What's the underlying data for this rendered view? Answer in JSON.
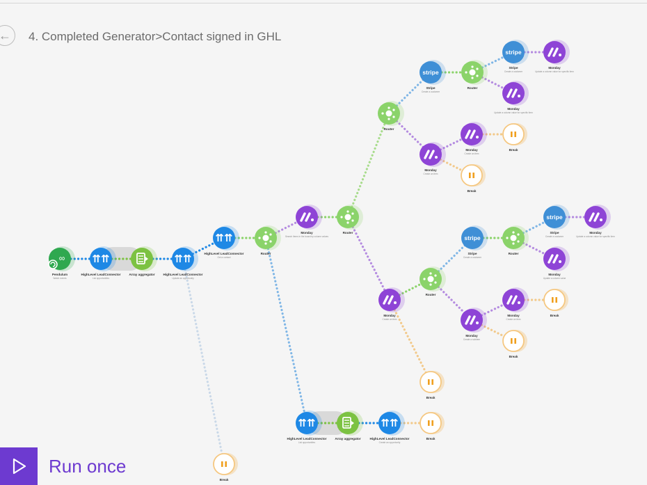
{
  "header": {
    "title": "4. Completed Generator>Contact signed in GHL"
  },
  "footer": {
    "run_label": "Run once"
  },
  "colors": {
    "highlevel": "#1e88e5",
    "aggregator": "#7cc242",
    "router": "#8bd36a",
    "monday": "#8e44d6",
    "stripe": "#3f8fd6",
    "break": "#f0a020",
    "pendulum": "#2fa84f",
    "accent": "#6d3ad0"
  },
  "nodes": [
    {
      "id": "pendulum",
      "app": "pendulum",
      "label": "Pendulum",
      "sub": "Watch events"
    },
    {
      "id": "hl1",
      "app": "highlevel",
      "label": "HighLevel LeadConnector",
      "sub": "List opportunities"
    },
    {
      "id": "agg1",
      "app": "aggregator",
      "label": "Array aggregator",
      "sub": ""
    },
    {
      "id": "hl2",
      "app": "highlevel",
      "label": "HighLevel LeadConnector",
      "sub": "Update an opportunity"
    },
    {
      "id": "hl3",
      "app": "highlevel",
      "label": "HighLevel LeadConnector",
      "sub": "Get a contact"
    },
    {
      "id": "r1",
      "app": "router",
      "label": "Router",
      "sub": ""
    },
    {
      "id": "m1",
      "app": "monday",
      "label": "Monday",
      "sub": "Search Items in the board by column values"
    },
    {
      "id": "r2",
      "app": "router",
      "label": "Router",
      "sub": ""
    },
    {
      "id": "r3",
      "app": "router",
      "label": "Router",
      "sub": ""
    },
    {
      "id": "st1",
      "app": "stripe",
      "label": "Stripe",
      "sub": "Create a customer"
    },
    {
      "id": "r4",
      "app": "router",
      "label": "Router",
      "sub": ""
    },
    {
      "id": "st2",
      "app": "stripe",
      "label": "Stripe",
      "sub": "Create a customer"
    },
    {
      "id": "m2",
      "app": "monday",
      "label": "Monday",
      "sub": "Update a column value for specific item"
    },
    {
      "id": "m3",
      "app": "monday",
      "label": "Monday",
      "sub": "Update a column value for specific item"
    },
    {
      "id": "m4",
      "app": "monday",
      "label": "Monday",
      "sub": "Create an item"
    },
    {
      "id": "m5",
      "app": "monday",
      "label": "Monday",
      "sub": "Create an item"
    },
    {
      "id": "b1",
      "app": "break",
      "label": "Break",
      "sub": ""
    },
    {
      "id": "b2",
      "app": "break",
      "label": "Break",
      "sub": ""
    },
    {
      "id": "m6",
      "app": "monday",
      "label": "Monday",
      "sub": "Create an item"
    },
    {
      "id": "r5",
      "app": "router",
      "label": "Router",
      "sub": ""
    },
    {
      "id": "st3",
      "app": "stripe",
      "label": "Stripe",
      "sub": "Create a customer"
    },
    {
      "id": "r6",
      "app": "router",
      "label": "Router",
      "sub": ""
    },
    {
      "id": "st4",
      "app": "stripe",
      "label": "Stripe",
      "sub": "Create a customer"
    },
    {
      "id": "m7",
      "app": "monday",
      "label": "Monday",
      "sub": "Update a column value for specific item"
    },
    {
      "id": "m8",
      "app": "monday",
      "label": "Monday",
      "sub": "Update a column value"
    },
    {
      "id": "m9",
      "app": "monday",
      "label": "Monday",
      "sub": "Create an item"
    },
    {
      "id": "m10",
      "app": "monday",
      "label": "Monday",
      "sub": "Create a subitem"
    },
    {
      "id": "b3",
      "app": "break",
      "label": "Break",
      "sub": ""
    },
    {
      "id": "b4",
      "app": "break",
      "label": "Break",
      "sub": ""
    },
    {
      "id": "b5",
      "app": "break",
      "label": "Break",
      "sub": ""
    },
    {
      "id": "hl4",
      "app": "highlevel",
      "label": "HighLevel LeadConnector",
      "sub": "List opportunities"
    },
    {
      "id": "agg2",
      "app": "aggregator",
      "label": "Array aggregator",
      "sub": ""
    },
    {
      "id": "hl5",
      "app": "highlevel",
      "label": "HighLevel LeadConnector",
      "sub": "Create an opportunity"
    },
    {
      "id": "b6",
      "app": "break",
      "label": "Break",
      "sub": ""
    },
    {
      "id": "b7",
      "app": "break",
      "label": "Break",
      "sub": ""
    }
  ]
}
